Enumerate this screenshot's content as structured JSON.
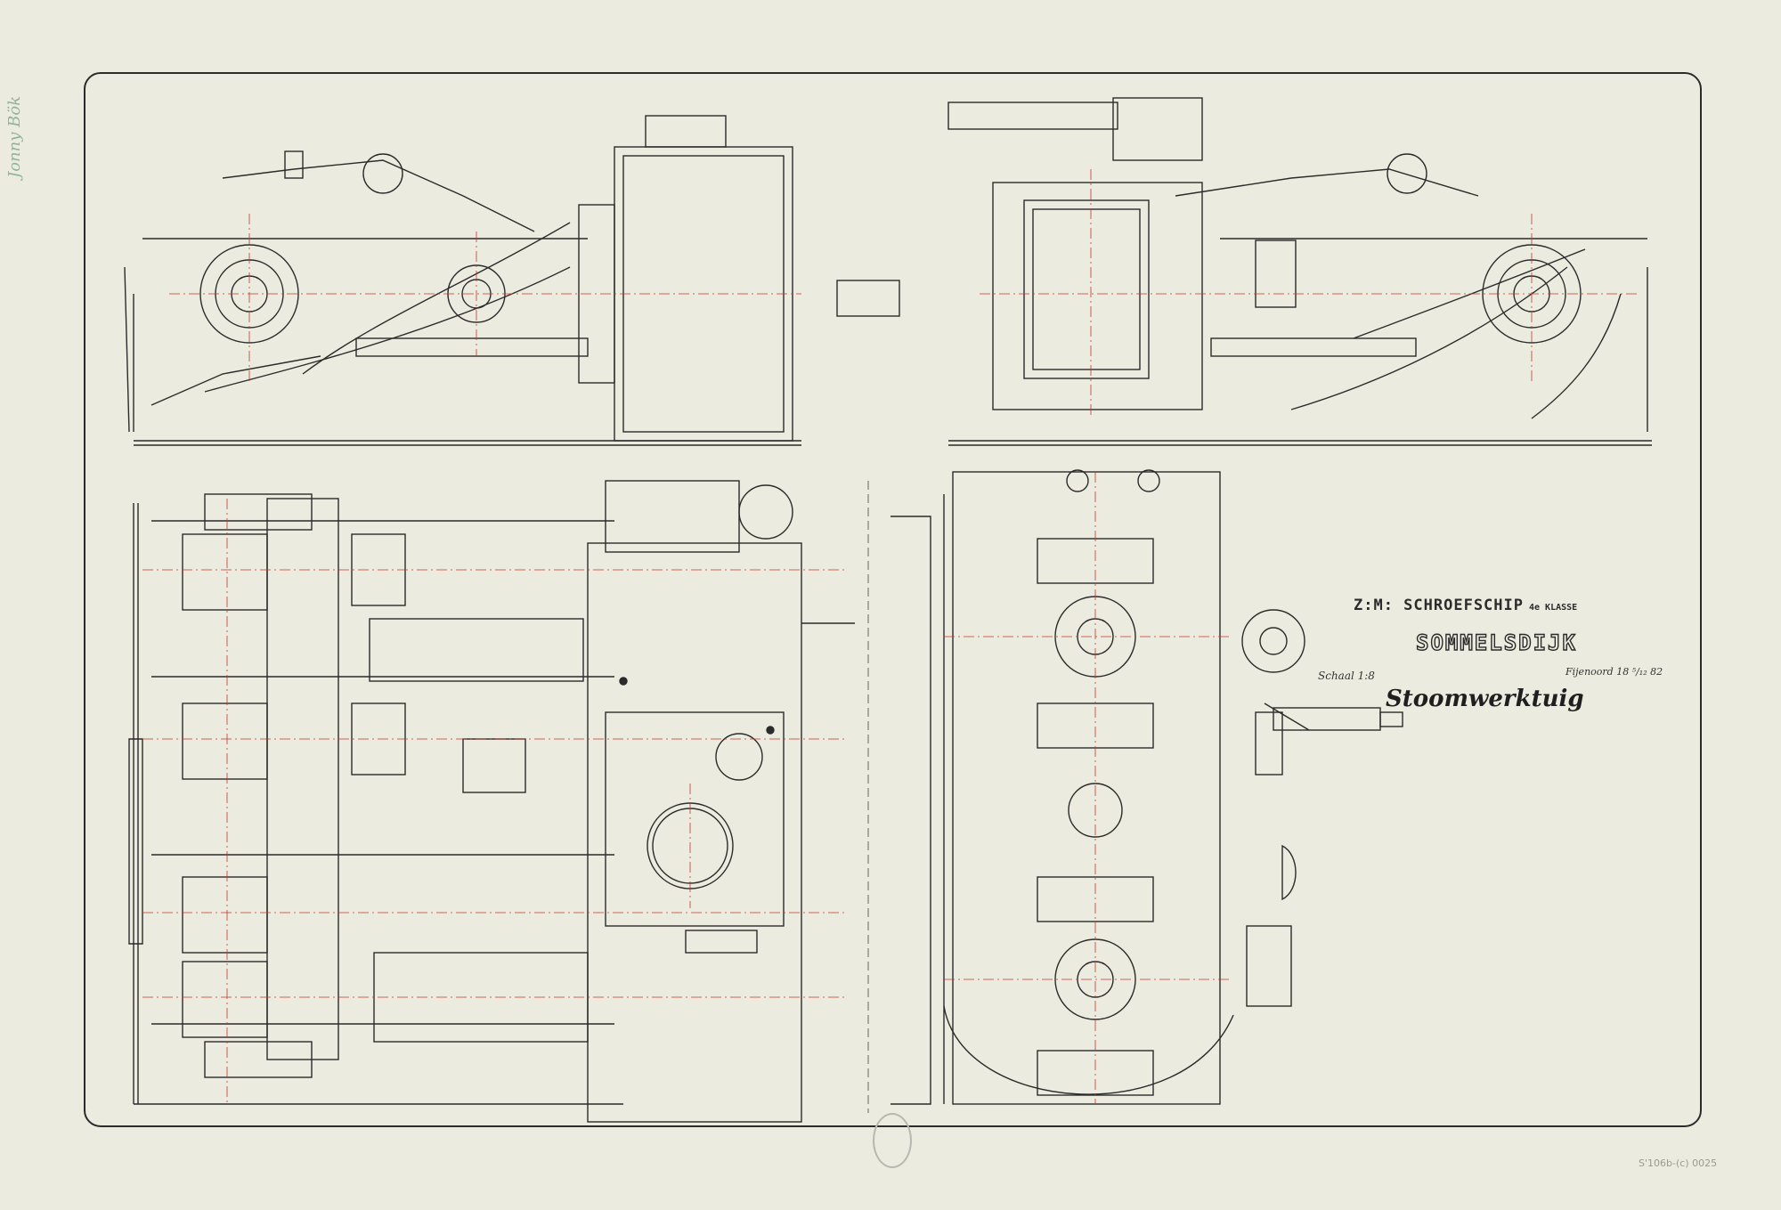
{
  "title_block": {
    "line1": "Z:M: SCHROEFSCHIP",
    "klasse": "4e KLASSE",
    "ship": "SOMMELSDIJK",
    "scale": "Schaal 1:8",
    "place_date": "Fijenoord 18 ⁵/₁₂ 82",
    "subject": "Stoomwerktuig"
  },
  "margin_note": "Jonny Bök",
  "catalog_number": "S'106b-(c) 0025",
  "colors": {
    "paper": "#ecebdf",
    "ink": "#2b2b2b",
    "center_line": "#c0392b",
    "faint": "#9a9a94"
  }
}
